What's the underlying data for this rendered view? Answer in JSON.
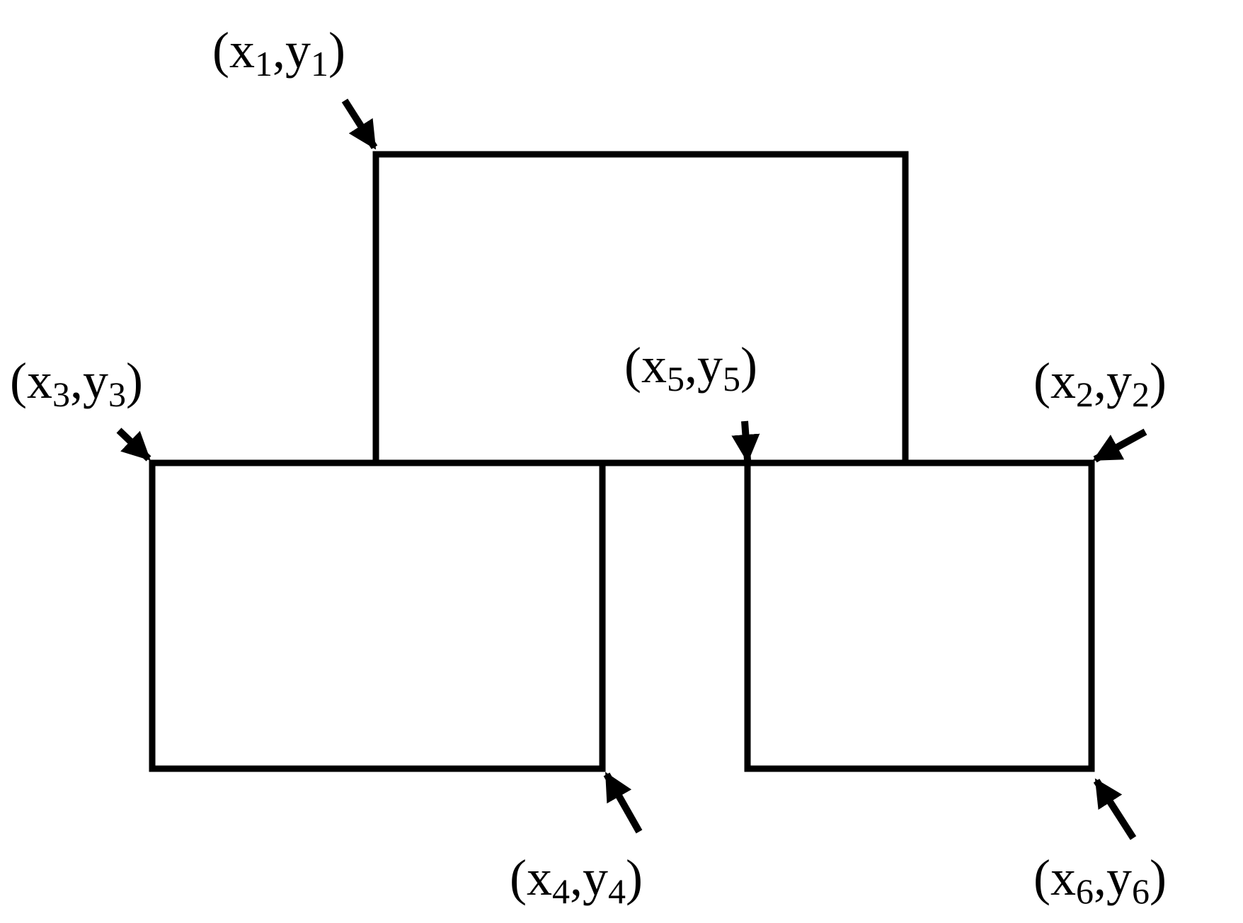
{
  "colors": {
    "stroke": "#000000",
    "background": "#ffffff"
  },
  "boxes": [
    {
      "id": "top-box"
    },
    {
      "id": "bottom-left-box"
    },
    {
      "id": "bottom-right-box"
    }
  ],
  "points": [
    {
      "var_x": "x",
      "var_y": "y",
      "index": "1"
    },
    {
      "var_x": "x",
      "var_y": "y",
      "index": "2"
    },
    {
      "var_x": "x",
      "var_y": "y",
      "index": "3"
    },
    {
      "var_x": "x",
      "var_y": "y",
      "index": "4"
    },
    {
      "var_x": "x",
      "var_y": "y",
      "index": "5"
    },
    {
      "var_x": "x",
      "var_y": "y",
      "index": "6"
    }
  ]
}
